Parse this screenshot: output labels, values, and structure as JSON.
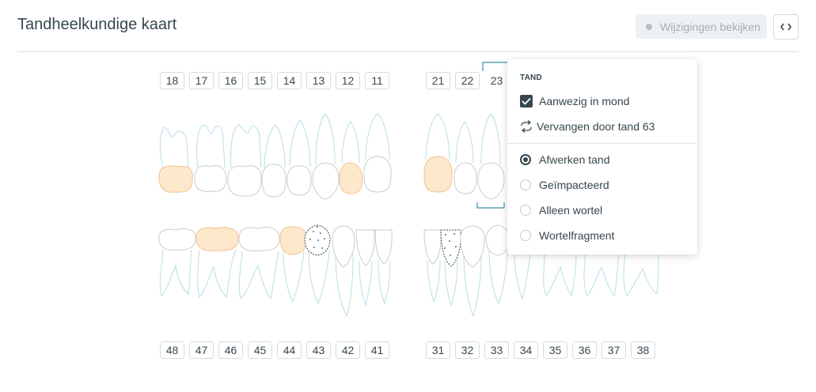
{
  "header": {
    "title": "Tandheelkundige kaart",
    "changes_button": "Wijzigingen bekijken",
    "code_icon": "code-icon"
  },
  "teeth": {
    "upper_right": [
      "18",
      "17",
      "16",
      "15",
      "14",
      "13",
      "12",
      "11"
    ],
    "upper_left": [
      "21",
      "22",
      "23"
    ],
    "lower_right": [
      "48",
      "47",
      "46",
      "45",
      "44",
      "43",
      "42",
      "41"
    ],
    "lower_left": [
      "31",
      "32",
      "33",
      "34",
      "35",
      "36",
      "37",
      "38"
    ],
    "selected": "23"
  },
  "menu": {
    "section": "TAND",
    "present": "Aanwezig in mond",
    "replace": "Vervangen door tand 63",
    "options": [
      "Afwerken tand",
      "Geïmpacteerd",
      "Alleen wortel",
      "Wortelfragment"
    ],
    "selected_option": "Afwerken tand"
  },
  "colors": {
    "crown_highlight": "#fde8cc",
    "crown_highlight_stroke": "#f2c48f",
    "root_outline": "#b5dfe6",
    "crown_outline": "#c7cdd1",
    "selection": "#3d8fa3"
  }
}
